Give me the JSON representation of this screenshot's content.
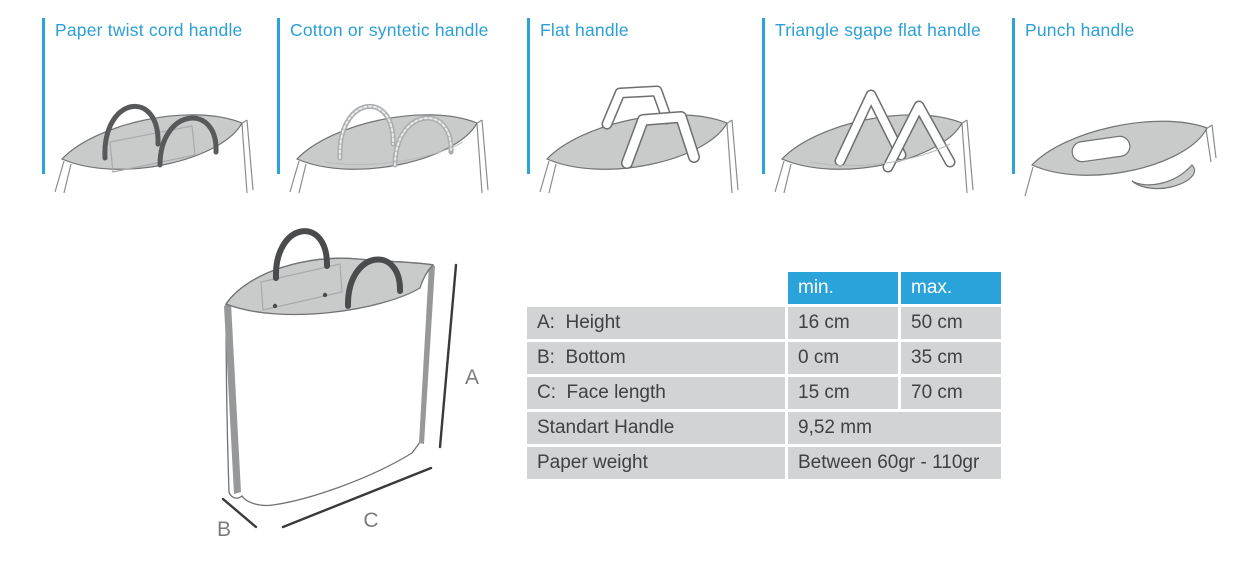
{
  "handle_types": [
    {
      "label": "Paper twist cord handle"
    },
    {
      "label": "Cotton or syntetic handle"
    },
    {
      "label": "Flat handle"
    },
    {
      "label": "Triangle sgape flat handle"
    },
    {
      "label": "Punch handle"
    }
  ],
  "diagram": {
    "dim_a": "A",
    "dim_b": "B",
    "dim_c": "C"
  },
  "spec_table": {
    "header": {
      "min": "min.",
      "max": "max."
    },
    "rows": [
      {
        "label": "A:  Height",
        "min": "16 cm",
        "max": "50 cm"
      },
      {
        "label": "B:  Bottom",
        "min": "0 cm",
        "max": "35 cm"
      },
      {
        "label": "C:  Face length",
        "min": "15 cm",
        "max": "70 cm"
      },
      {
        "label": "Standart Handle",
        "value": "9,52 mm"
      },
      {
        "label": "Paper weight",
        "value": "Between 60gr - 110gr"
      }
    ]
  },
  "colors": {
    "accent_blue": "#2AA3DB",
    "table_cell_gray": "#D1D3D4",
    "table_text": "#414042",
    "illustration_fill_gray": "#C9CBCA",
    "illustration_outline": "#717275",
    "handle_dark": "#58595B",
    "gusset_gray": "#96989A"
  }
}
